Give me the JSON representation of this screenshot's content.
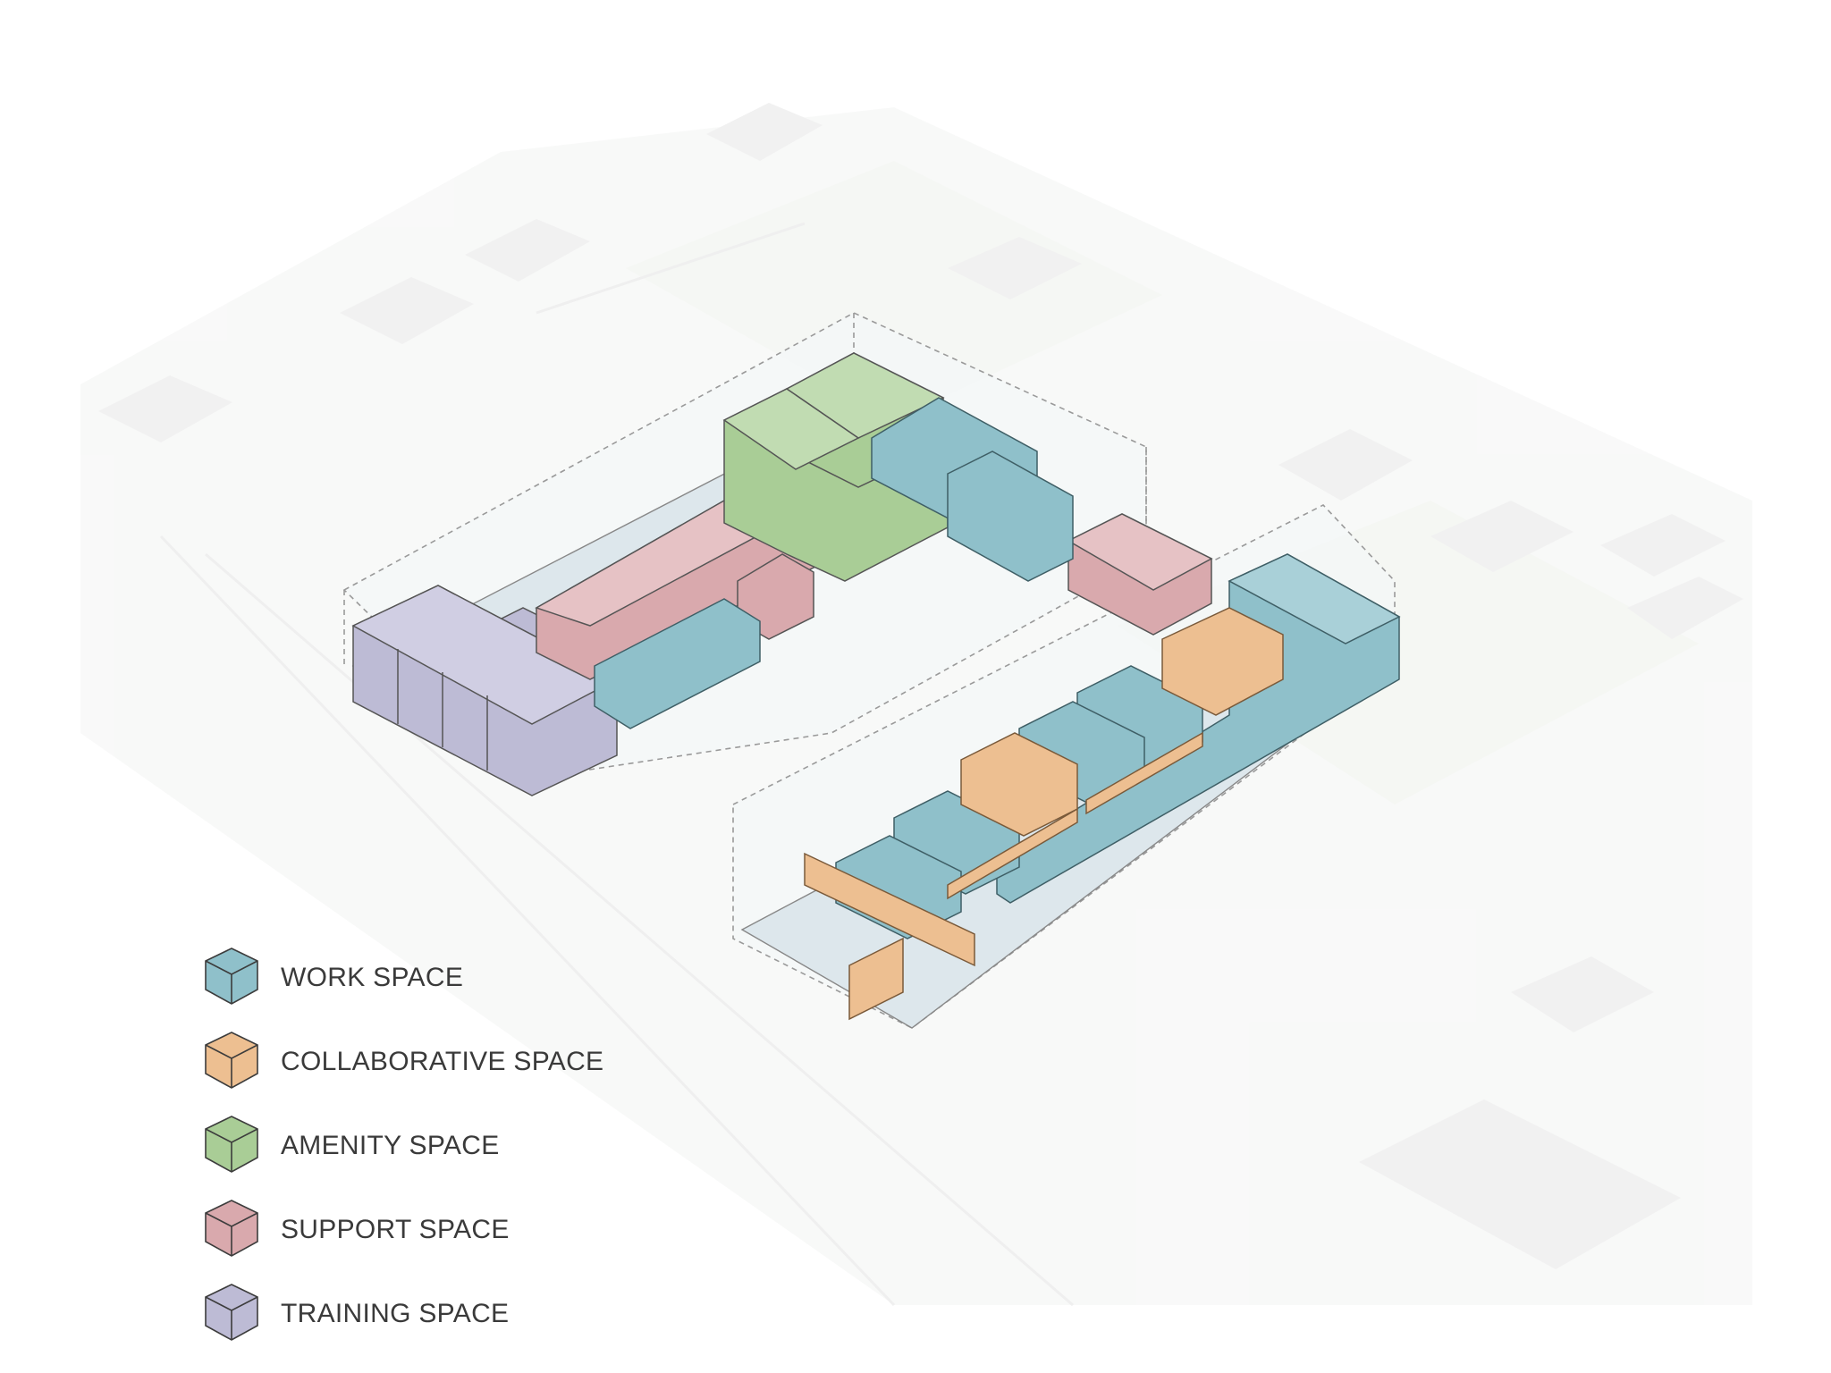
{
  "legend": [
    {
      "key": "work",
      "label": "WORK SPACE",
      "color": "#8fc0ca"
    },
    {
      "key": "collab",
      "label": "COLLABORATIVE SPACE",
      "color": "#edbf91"
    },
    {
      "key": "amenity",
      "label": "AMENITY SPACE",
      "color": "#a9cd96"
    },
    {
      "key": "support",
      "label": "SUPPORT SPACE",
      "color": "#d9a9ad"
    },
    {
      "key": "training",
      "label": "TRAINING SPACE",
      "color": "#bdbbd5"
    }
  ]
}
